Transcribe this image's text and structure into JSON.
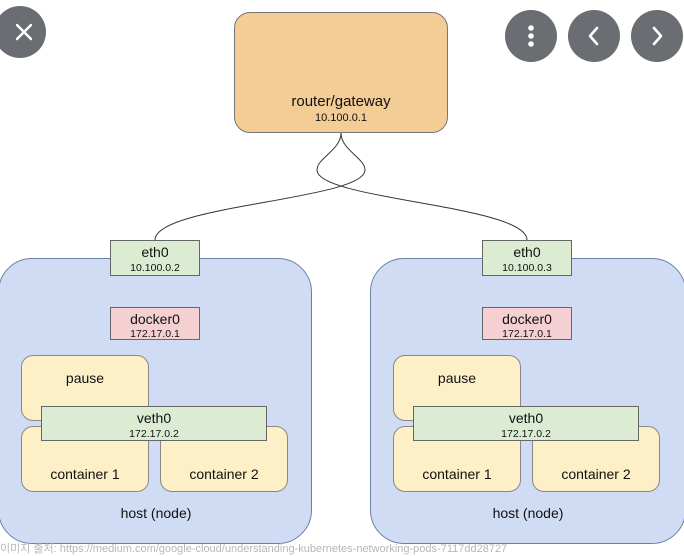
{
  "router": {
    "name": "router/gateway",
    "ip": "10.100.0.1"
  },
  "hosts": [
    {
      "eth_name": "eth0",
      "eth_ip": "10.100.0.2",
      "docker_name": "docker0",
      "docker_ip": "172.17.0.1",
      "pause": "pause",
      "veth_name": "veth0",
      "veth_ip": "172.17.0.2",
      "container1": "container 1",
      "container2": "container 2",
      "label": "host (node)"
    },
    {
      "eth_name": "eth0",
      "eth_ip": "10.100.0.3",
      "docker_name": "docker0",
      "docker_ip": "172.17.0.1",
      "pause": "pause",
      "veth_name": "veth0",
      "veth_ip": "172.17.0.2",
      "container1": "container 1",
      "container2": "container 2",
      "label": "host (node)"
    }
  ],
  "overlay": {
    "close_icon": "close-icon",
    "more_icon": "more-vertical-icon",
    "prev_icon": "chevron-left-icon",
    "next_icon": "chevron-right-icon",
    "button_color": "#5f6368"
  },
  "caption": "이미지 출처: https://medium.com/google-cloud/understanding-kubernetes-networking-pods-7117dd28727"
}
